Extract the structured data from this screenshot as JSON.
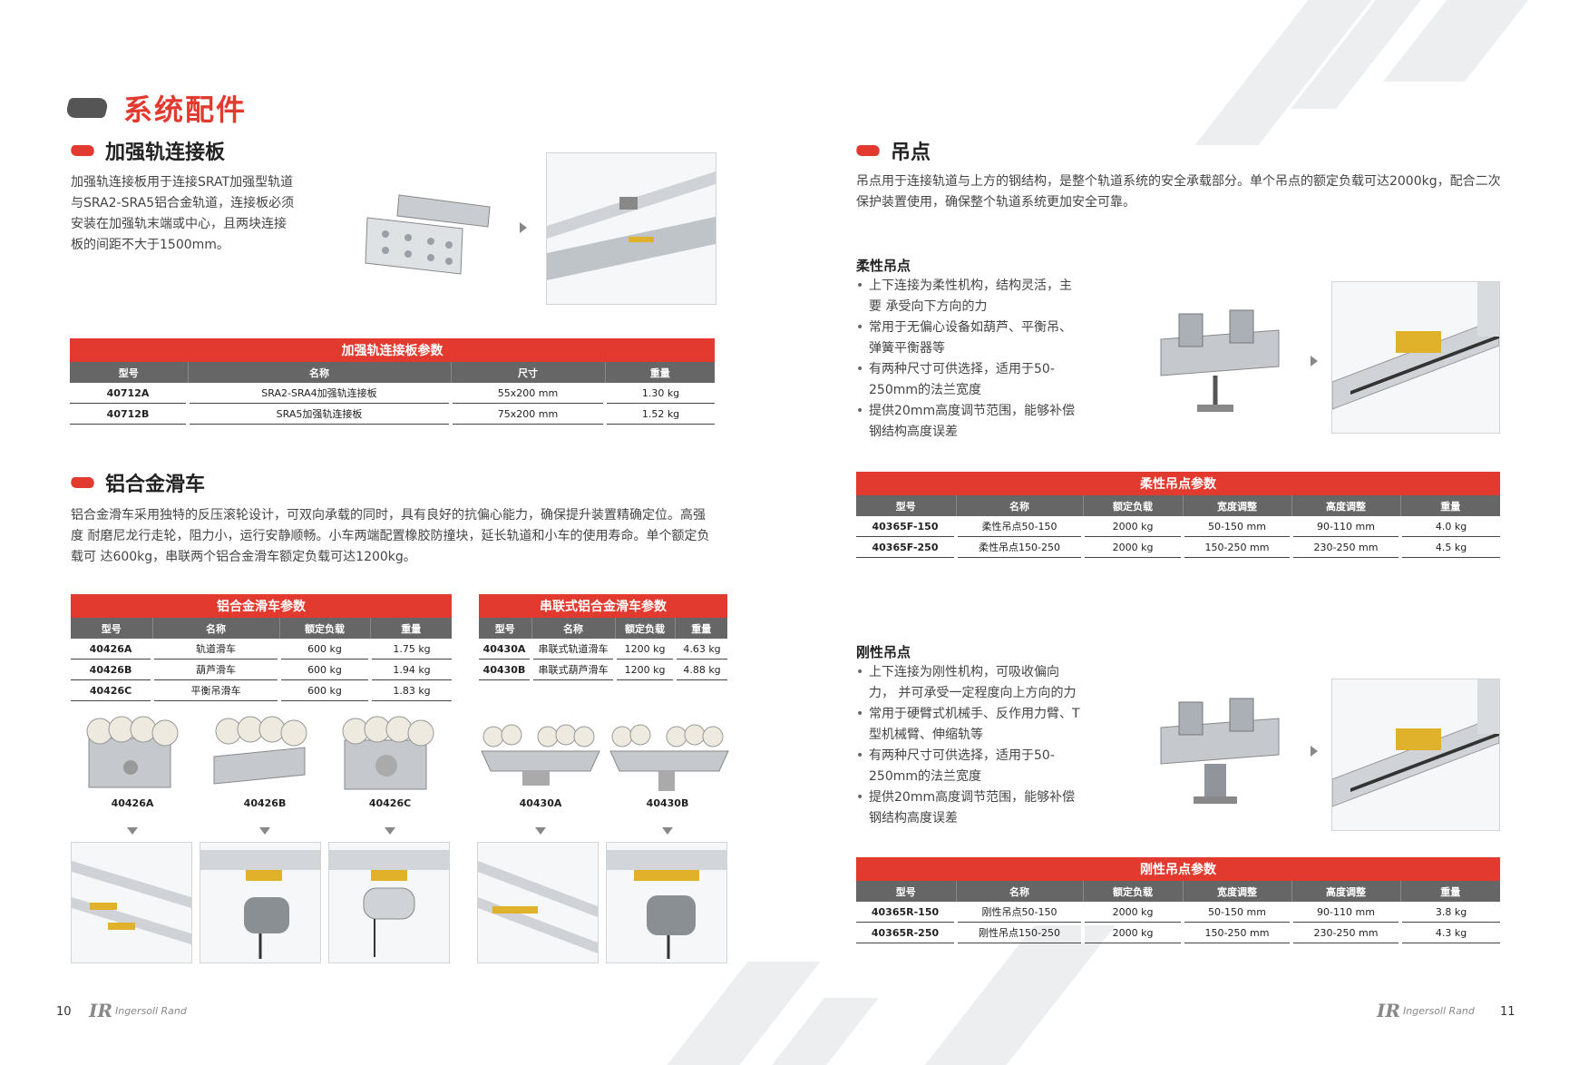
{
  "page_title": "系统配件",
  "reinforced_plate": {
    "title": "加强轨连接板",
    "description": "加强轨连接板用于连接SRAT加强型轨道与SRA2-SRA5铝合金轨道，连接板必须安装在加强轨末端或中心，且两块连接板的间距不大于1500mm。",
    "table": {
      "title": "加强轨连接板参数",
      "headers": [
        "型号",
        "名称",
        "尺寸",
        "重量"
      ],
      "rows": [
        [
          "40712A",
          "SRA2-SRA4加强轨连接板",
          "55x200 mm",
          "1.30 kg"
        ],
        [
          "40712B",
          "SRA5加强轨连接板",
          "75x200 mm",
          "1.52 kg"
        ]
      ]
    }
  },
  "trolley": {
    "title": "铝合金滑车",
    "description": "铝合金滑车采用独特的反压滚轮设计，可双向承载的同时，具有良好的抗偏心能力，确保提升装置精确定位。高强度 耐磨尼龙行走轮，阻力小，运行安静顺畅。小车两端配置橡胶防撞块，延长轨道和小车的使用寿命。单个额定负载可 达600kg，串联两个铝合金滑车额定负载可达1200kg。",
    "table1": {
      "title": "铝合金滑车参数",
      "headers": [
        "型号",
        "名称",
        "额定负载",
        "重量"
      ],
      "rows": [
        [
          "40426A",
          "轨道滑车",
          "600 kg",
          "1.75 kg"
        ],
        [
          "40426B",
          "葫芦滑车",
          "600 kg",
          "1.94 kg"
        ],
        [
          "40426C",
          "平衡吊滑车",
          "600 kg",
          "1.83 kg"
        ]
      ]
    },
    "table2": {
      "title": "串联式铝合金滑车参数",
      "headers": [
        "型号",
        "名称",
        "额定负载",
        "重量"
      ],
      "rows": [
        [
          "40430A",
          "串联式轨道滑车",
          "1200 kg",
          "4.63 kg"
        ],
        [
          "40430B",
          "串联式葫芦滑车",
          "1200 kg",
          "4.88 kg"
        ]
      ]
    },
    "captions": [
      "40426A",
      "40426B",
      "40426C",
      "40430A",
      "40430B"
    ]
  },
  "hanger": {
    "title": "吊点",
    "description": "吊点用于连接轨道与上方的钢结构，是整个轨道系统的安全承载部分。单个吊点的额定负载可达2000kg，配合二次保护装置使用，确保整个轨道系统更加安全可靠。",
    "flexible": {
      "title": "柔性吊点",
      "bullets": [
        "上下连接为柔性机构，结构灵活，主要 承受向下方向的力",
        "常用于无偏心设备如葫芦、平衡吊、弹簧平衡器等",
        "有两种尺寸可供选择，适用于50-250mm的法兰宽度",
        "提供20mm高度调节范围，能够补偿钢结构高度误差"
      ],
      "table": {
        "title": "柔性吊点参数",
        "headers": [
          "型号",
          "名称",
          "额定负载",
          "宽度调整",
          "高度调整",
          "重量"
        ],
        "rows": [
          [
            "40365F-150",
            "柔性吊点50-150",
            "2000 kg",
            "50-150 mm",
            "90-110 mm",
            "4.0 kg"
          ],
          [
            "40365F-250",
            "柔性吊点150-250",
            "2000 kg",
            "150-250 mm",
            "230-250 mm",
            "4.5 kg"
          ]
        ]
      }
    },
    "rigid": {
      "title": "刚性吊点",
      "bullets": [
        "上下连接为刚性机构，可吸收偏向力， 并可承受一定程度向上方向的力",
        "常用于硬臂式机械手、反作用力臂、T型机械臂、伸缩轨等",
        "有两种尺寸可供选择，适用于50-250mm的法兰宽度",
        "提供20mm高度调节范围，能够补偿钢结构高度误差"
      ],
      "table": {
        "title": "刚性吊点参数",
        "headers": [
          "型号",
          "名称",
          "额定负载",
          "宽度调整",
          "高度调整",
          "重量"
        ],
        "rows": [
          [
            "40365R-150",
            "刚性吊点50-150",
            "2000 kg",
            "50-150 mm",
            "90-110 mm",
            "3.8 kg"
          ],
          [
            "40365R-250",
            "刚性吊点150-250",
            "2000 kg",
            "150-250 mm",
            "230-250 mm",
            "4.3 kg"
          ]
        ]
      }
    }
  },
  "footer": {
    "left_page": "10",
    "right_page": "11",
    "logo_mark": "IR",
    "logo_text": "Ingersoll Rand"
  },
  "colors": {
    "accent": "#e23a2f",
    "header_gray": "#666666"
  }
}
